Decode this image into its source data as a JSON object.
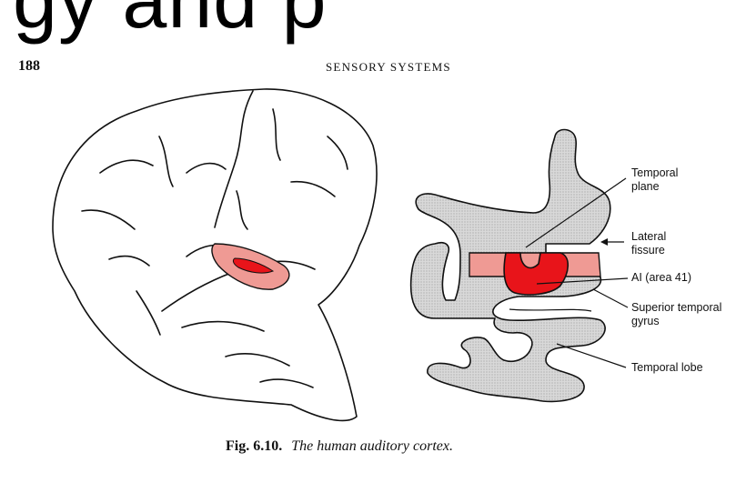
{
  "slide": {
    "title_fragment": "gy and p"
  },
  "page": {
    "number": "188",
    "running_head": "SENSORY SYSTEMS"
  },
  "figure": {
    "callouts": {
      "temporal_plane_1": "Temporal",
      "temporal_plane_2": "plane",
      "lateral_fissure_1": "Lateral",
      "lateral_fissure_2": "fissure",
      "ai": "AI (area 41)",
      "superior_temporal_1": "Superior temporal",
      "superior_temporal_2": "gyrus",
      "temporal_lobe": "Temporal lobe"
    },
    "colors": {
      "auditory_core": "#e8141a",
      "auditory_belt": "#ef9a94",
      "gray_matter": "#cfcfcf",
      "outline": "#111111"
    },
    "caption_number": "Fig. 6.10.",
    "caption_text": "The human auditory cortex."
  }
}
